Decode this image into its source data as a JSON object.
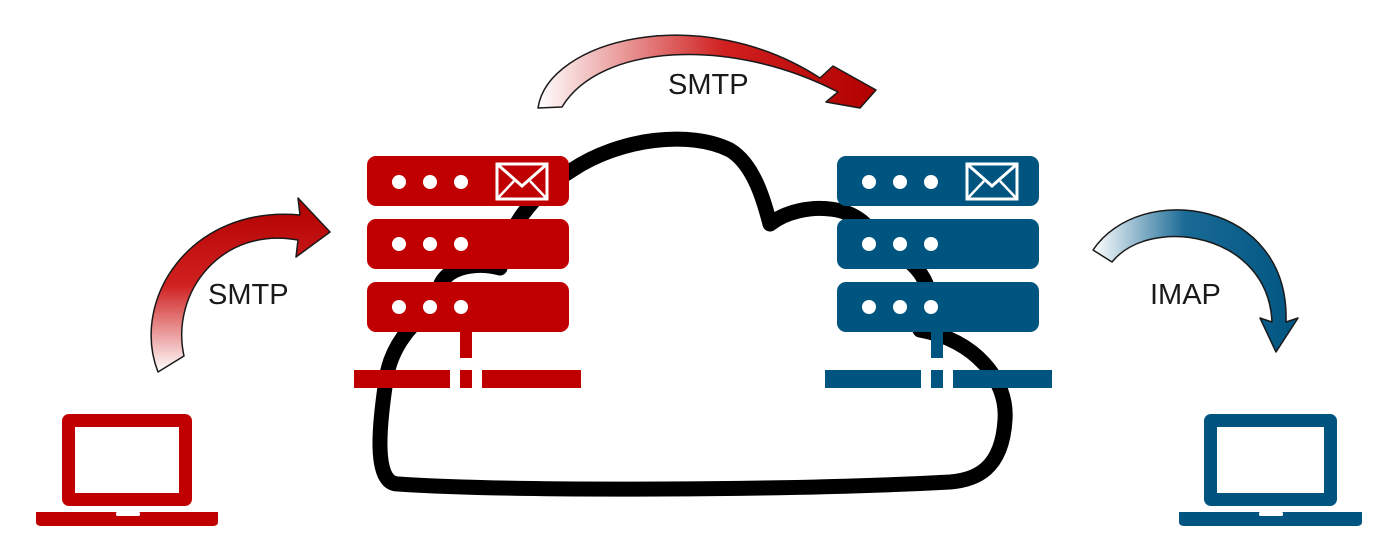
{
  "labels": {
    "smtp_client_to_server": "SMTP",
    "smtp_server_to_server": "SMTP",
    "imap_server_to_client": "IMAP"
  },
  "colors": {
    "sender": "#c00000",
    "receiver": "#005580",
    "cloud_outline": "#000000",
    "arrow_outline": "#1a1a1a",
    "background": "#ffffff"
  },
  "icons": {
    "sender_laptop": "laptop-icon",
    "sender_server": "mail-server-icon",
    "receiver_server": "mail-server-icon",
    "receiver_laptop": "laptop-icon",
    "network": "cloud-icon",
    "mail": "envelope-icon"
  }
}
